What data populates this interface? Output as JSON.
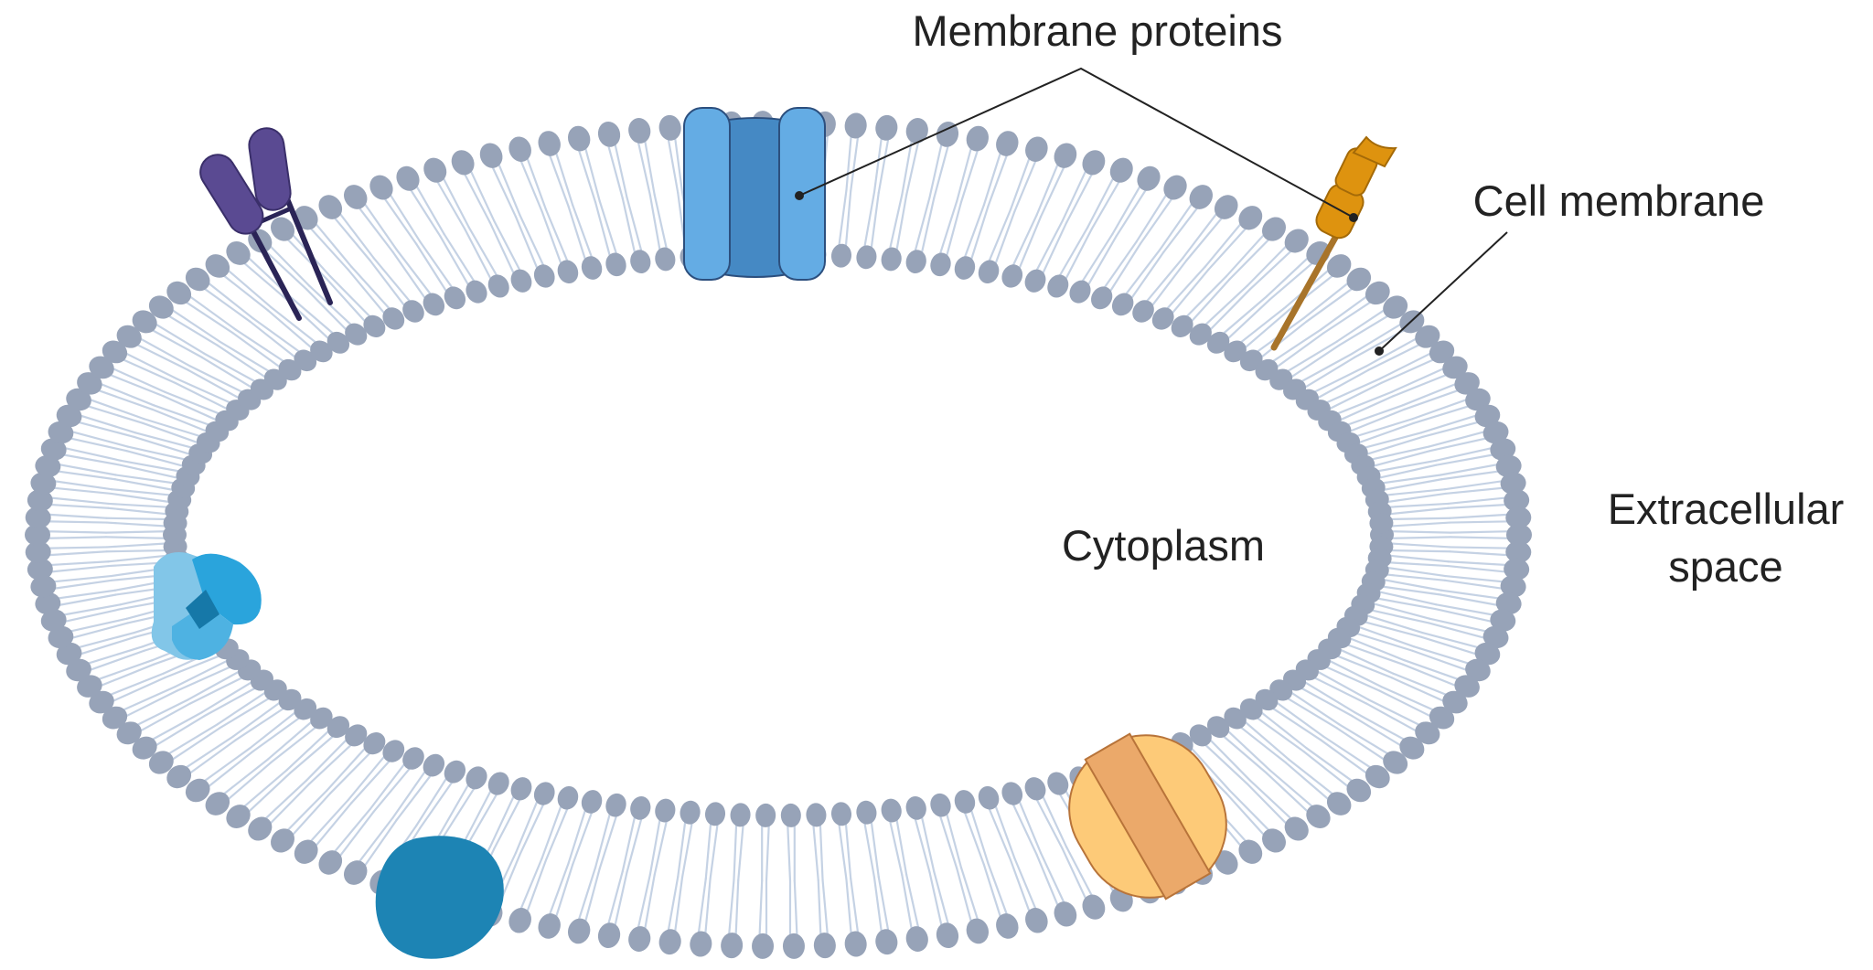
{
  "labels": {
    "membrane_proteins": "Membrane proteins",
    "cell_membrane": "Cell membrane",
    "cytoplasm": "Cytoplasm",
    "extracellular_line1": "Extracellular",
    "extracellular_line2": "space"
  },
  "colors": {
    "lipid_head": "#97a3b8",
    "lipid_tail": "#c5d2e4",
    "leader_line": "#222222",
    "channel_outer": "#64ace4",
    "channel_inner": "#4589c4",
    "receptor_purple": "#5a4a92",
    "receptor_stem": "#2a2456",
    "glycoprotein": "#de930f",
    "glycoprotein_stem": "#a8742a",
    "pore_protein": "#2aa4dc",
    "peripheral_protein": "#1d84b4",
    "transporter_outer": "#fdca78",
    "transporter_inner": "#eba96a"
  }
}
